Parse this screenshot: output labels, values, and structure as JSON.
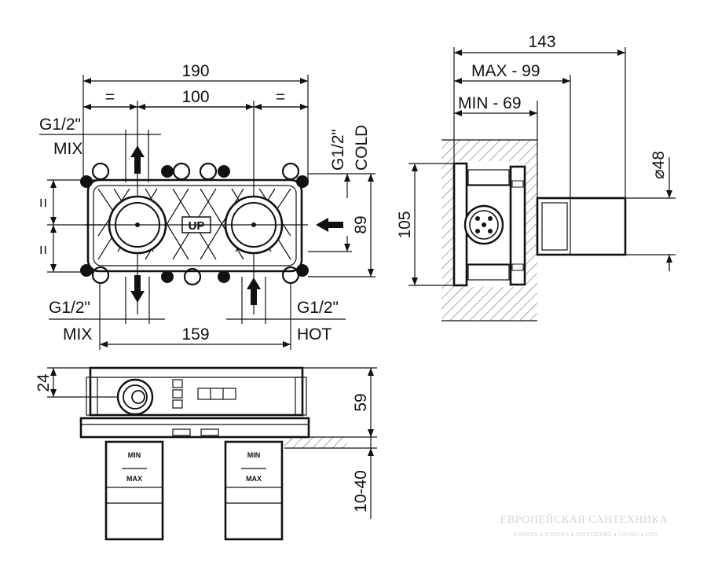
{
  "labels": {
    "width_190": "190",
    "eq_left": "=",
    "spacing_100": "100",
    "eq_right": "=",
    "g12_mix_top": "G1/2\"",
    "mix_top": "MIX",
    "g12_cold": "G1/2\"",
    "cold": "COLD",
    "eq_v_top": "=",
    "eq_v_bottom": "=",
    "height_89": "89",
    "logo": "UP",
    "g12_mix_bottom": "G1/2\"",
    "mix_bottom": "MIX",
    "g12_hot": "G1/2\"",
    "hot": "HOT",
    "spacing_159": "159",
    "depth_143": "143",
    "max_99": "MAX - 99",
    "min_69": "MIN - 69",
    "diameter_48": "⌀48",
    "height_105": "105",
    "height_24": "24",
    "height_59": "59",
    "range_10_40": "10-40",
    "min_mark": "MIN",
    "max_mark": "MAX"
  },
  "watermark": {
    "line1": "ЕВРОПЕЙСКАЯ САНТЕХНИКА",
    "line2": "КАМЕНЬ ● ПЛИТКА ● ОТОПЛЕНИЕ ● САУНЫ ● СПА"
  }
}
